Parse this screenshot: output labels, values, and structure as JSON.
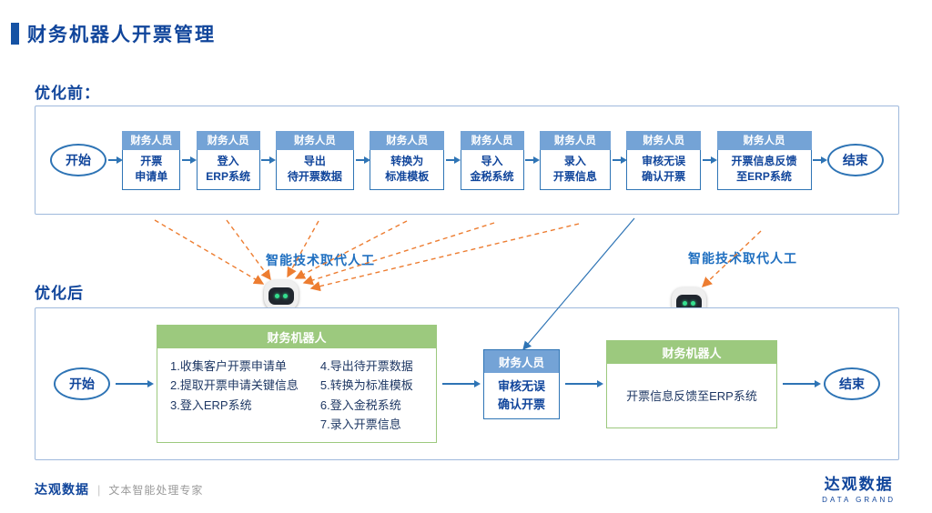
{
  "page": {
    "title": "财务机器人开票管理"
  },
  "before": {
    "label": "优化前：",
    "start": "开始",
    "end": "结束",
    "steps": [
      {
        "header": "财务人员",
        "line1": "开票",
        "line2": "申请单"
      },
      {
        "header": "财务人员",
        "line1": "登入",
        "line2": "ERP系统"
      },
      {
        "header": "财务人员",
        "line1": "导出",
        "line2": "待开票数据"
      },
      {
        "header": "财务人员",
        "line1": "转换为",
        "line2": "标准模板"
      },
      {
        "header": "财务人员",
        "line1": "导入",
        "line2": "金税系统"
      },
      {
        "header": "财务人员",
        "line1": "录入",
        "line2": "开票信息"
      },
      {
        "header": "财务人员",
        "line1": "审核无误",
        "line2": "确认开票"
      },
      {
        "header": "财务人员",
        "line1": "开票信息反馈",
        "line2": "至ERP系统"
      }
    ]
  },
  "middle": {
    "left_caption": "智能技术取代人工",
    "right_caption": "智能技术取代人工"
  },
  "after": {
    "label": "优化后",
    "start": "开始",
    "end": "结束",
    "robot1": {
      "header": "财务机器人",
      "col1": [
        "1.收集客户开票申请单",
        "2.提取开票申请关键信息",
        "3.登入ERP系统"
      ],
      "col2": [
        "4.导出待开票数据",
        "5.转换为标准模板",
        "6.登入金税系统",
        "7.录入开票信息"
      ]
    },
    "staff": {
      "header": "财务人员",
      "line1": "审核无误",
      "line2": "确认开票"
    },
    "robot2": {
      "header": "财务机器人",
      "body": "开票信息反馈至ERP系统"
    }
  },
  "footer": {
    "brand": "达观数据",
    "divider": "|",
    "tagline": "文本智能处理专家",
    "logo_cn": "达观数据",
    "logo_en": "DATA GRAND"
  },
  "colors": {
    "accent_blue": "#10459B",
    "header_blue": "#74A3D6",
    "border_blue": "#2E74B5",
    "green": "#9CC97E",
    "orange": "#ED7D31",
    "caption_blue": "#1F6FC0"
  }
}
